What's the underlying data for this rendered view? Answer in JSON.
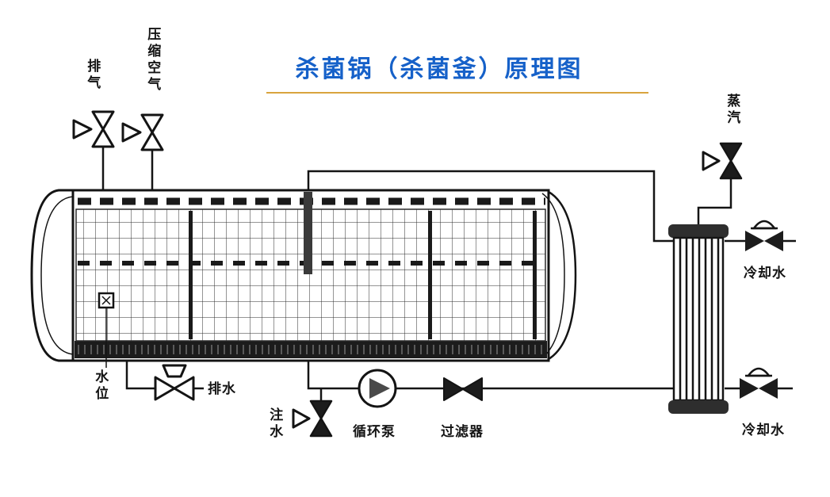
{
  "title": {
    "text": "杀菌锅（杀菌釜）原理图"
  },
  "labels": {
    "exhaust": "排气",
    "compressed_air": "压缩空气",
    "steam": "蒸汽",
    "cooling_water_top": "冷却水",
    "cooling_water_bottom": "冷却水",
    "water_level": "水位",
    "drain": "排水",
    "water_fill": "注水",
    "circulation_pump": "循环泵",
    "filter": "过滤器"
  },
  "colors": {
    "title_text": "#1661c9",
    "title_underline": "#d9a43e",
    "diagram_line": "#141414",
    "background": "#ffffff"
  },
  "icons": {
    "hand_valve": "hourglass-valve-with-flag",
    "actuated_valve": "bowtie-valve-with-trapezoid-actuator",
    "diaphragm_valve": "bowtie-valve-with-dome",
    "pump": "circle-with-right-triangle",
    "filter": "filled-bowtie",
    "heat_exchanger": "vertical-tube-bundle",
    "vessel": "horizontal-cylinder-with-grid-baskets"
  }
}
